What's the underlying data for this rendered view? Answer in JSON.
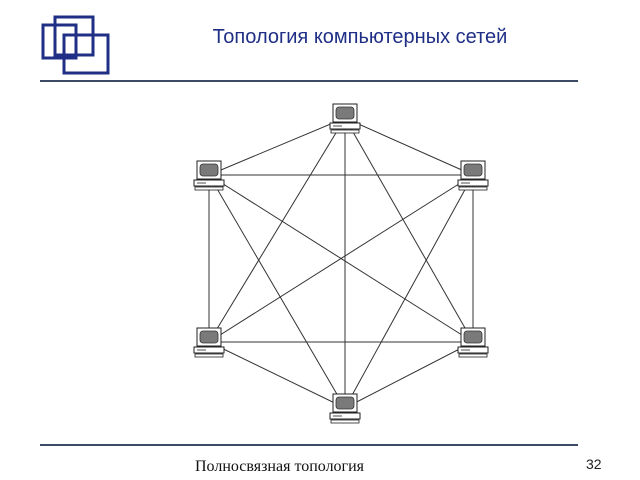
{
  "slide": {
    "title": "Топология компьютерных сетей",
    "caption": "Полносвязная топология",
    "page_number": "32"
  },
  "colors": {
    "title": "#1f2f86",
    "rule": "#3d4a63",
    "logo": "#1f2f86",
    "line": "#333333",
    "screen": "#7a7a7a"
  },
  "diagram": {
    "type": "full-mesh network topology",
    "nodes": [
      {
        "id": "n1",
        "icon": "computer-icon"
      },
      {
        "id": "n2",
        "icon": "computer-icon"
      },
      {
        "id": "n3",
        "icon": "computer-icon"
      },
      {
        "id": "n4",
        "icon": "computer-icon"
      },
      {
        "id": "n5",
        "icon": "computer-icon"
      },
      {
        "id": "n6",
        "icon": "computer-icon"
      }
    ],
    "edges": [
      [
        "n1",
        "n2"
      ],
      [
        "n1",
        "n3"
      ],
      [
        "n1",
        "n4"
      ],
      [
        "n1",
        "n5"
      ],
      [
        "n1",
        "n6"
      ],
      [
        "n2",
        "n3"
      ],
      [
        "n2",
        "n4"
      ],
      [
        "n2",
        "n5"
      ],
      [
        "n2",
        "n6"
      ],
      [
        "n3",
        "n4"
      ],
      [
        "n3",
        "n5"
      ],
      [
        "n3",
        "n6"
      ],
      [
        "n4",
        "n5"
      ],
      [
        "n4",
        "n6"
      ],
      [
        "n5",
        "n6"
      ]
    ]
  }
}
